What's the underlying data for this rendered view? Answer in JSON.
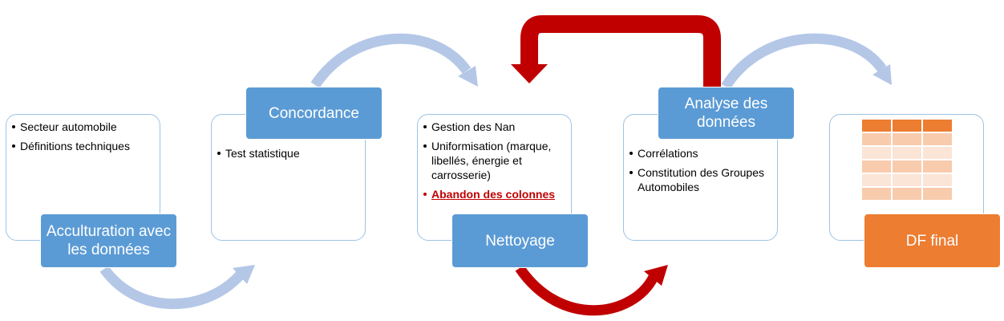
{
  "diagram": {
    "steps": [
      {
        "label": "Acculturation avec les données",
        "bullets": [
          {
            "text": "Secteur automobile"
          },
          {
            "text": "Définitions techniques"
          }
        ]
      },
      {
        "label": "Concordance",
        "bullets": [
          {
            "text": "Test statistique"
          }
        ]
      },
      {
        "label": "Nettoyage",
        "bullets": [
          {
            "text": "Gestion des Nan"
          },
          {
            "text": "Uniformisation (marque,  libellés, énergie et carrosserie)"
          },
          {
            "text": "Abandon des colonnes",
            "highlight": true
          }
        ]
      },
      {
        "label": "Analyse des données",
        "bullets": [
          {
            "text": "Corrélations"
          },
          {
            "text": "Constitution des Groupes Automobiles"
          }
        ]
      },
      {
        "label": "DF final"
      }
    ],
    "colors": {
      "label_blue": "#5b9bd5",
      "label_orange": "#ed7d31",
      "card_border": "#9dc3e6",
      "flow_arrow": "#b4c7e7",
      "loop_arrow": "#c00000",
      "highlight_text": "#c00000"
    },
    "table_icon": {
      "rows": 6,
      "cols": 3
    }
  }
}
